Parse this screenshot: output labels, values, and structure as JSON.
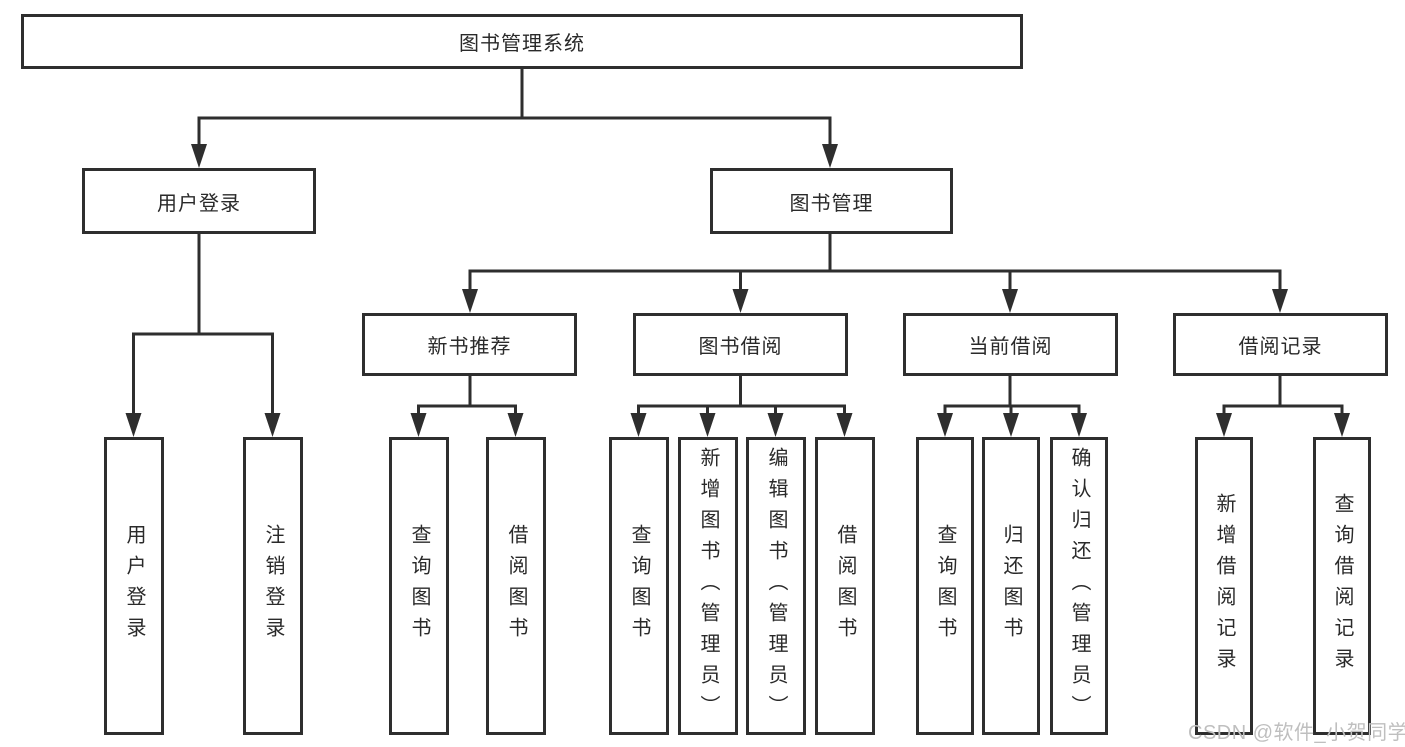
{
  "diagram_title": "图书管理系统",
  "tree": {
    "root": {
      "label": "图书管理系统"
    },
    "branches": [
      {
        "label": "用户登录",
        "leaves": [
          "用户登录",
          "注销登录"
        ]
      },
      {
        "label": "图书管理",
        "groups": [
          {
            "label": "新书推荐",
            "leaves": [
              "查询图书",
              "借阅图书"
            ]
          },
          {
            "label": "图书借阅",
            "leaves": [
              "查询图书",
              "新增图书（管理员）",
              "编辑图书（管理员）",
              "借阅图书"
            ]
          },
          {
            "label": "当前借阅",
            "leaves": [
              "查询图书",
              "归还图书",
              "确认归还（管理员）"
            ]
          },
          {
            "label": "借阅记录",
            "leaves": [
              "新增借阅记录",
              "查询借阅记录"
            ]
          }
        ]
      }
    ]
  },
  "watermark": {
    "text": "CSDN @软件_小贺同学"
  },
  "colors": {
    "line": "#2e2e2e",
    "box_border": "#2e2e2e",
    "text": "#2a2a2a",
    "watermark": "#bfbfbf",
    "background": "#ffffff"
  }
}
